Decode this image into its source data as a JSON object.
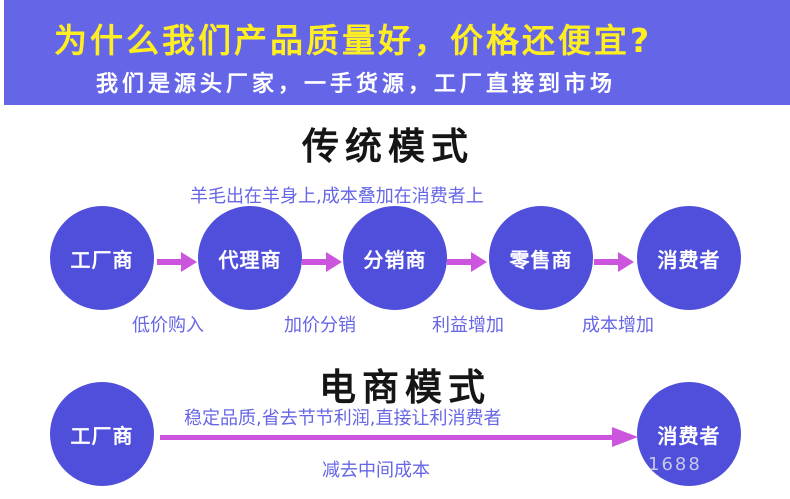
{
  "banner": {
    "title": "为什么我们产品质量好，价格还便宜?",
    "subtitle": "我们是源头厂家，一手货源，工厂直接到市场"
  },
  "traditional": {
    "title": "传统模式",
    "note": "羊毛出在羊身上,成本叠加在消费者上",
    "nodes": [
      "工厂商",
      "代理商",
      "分销商",
      "零售商",
      "消费者"
    ],
    "steps": [
      "低价购入",
      "加价分销",
      "利益增加",
      "成本增加"
    ]
  },
  "ecommerce": {
    "title": "电商模式",
    "from": "工厂商",
    "to": "消费者",
    "note": "稳定品质,省去节节利润,直接让利消费者",
    "bottom_note": "减去中间成本"
  },
  "watermark": "1688",
  "colors": {
    "banner_bg": "#6565e8",
    "banner_title": "#ffee22",
    "node_fill": "#4f4fdc",
    "arrow": "#cc55dd",
    "note_text": "#6666e6"
  }
}
